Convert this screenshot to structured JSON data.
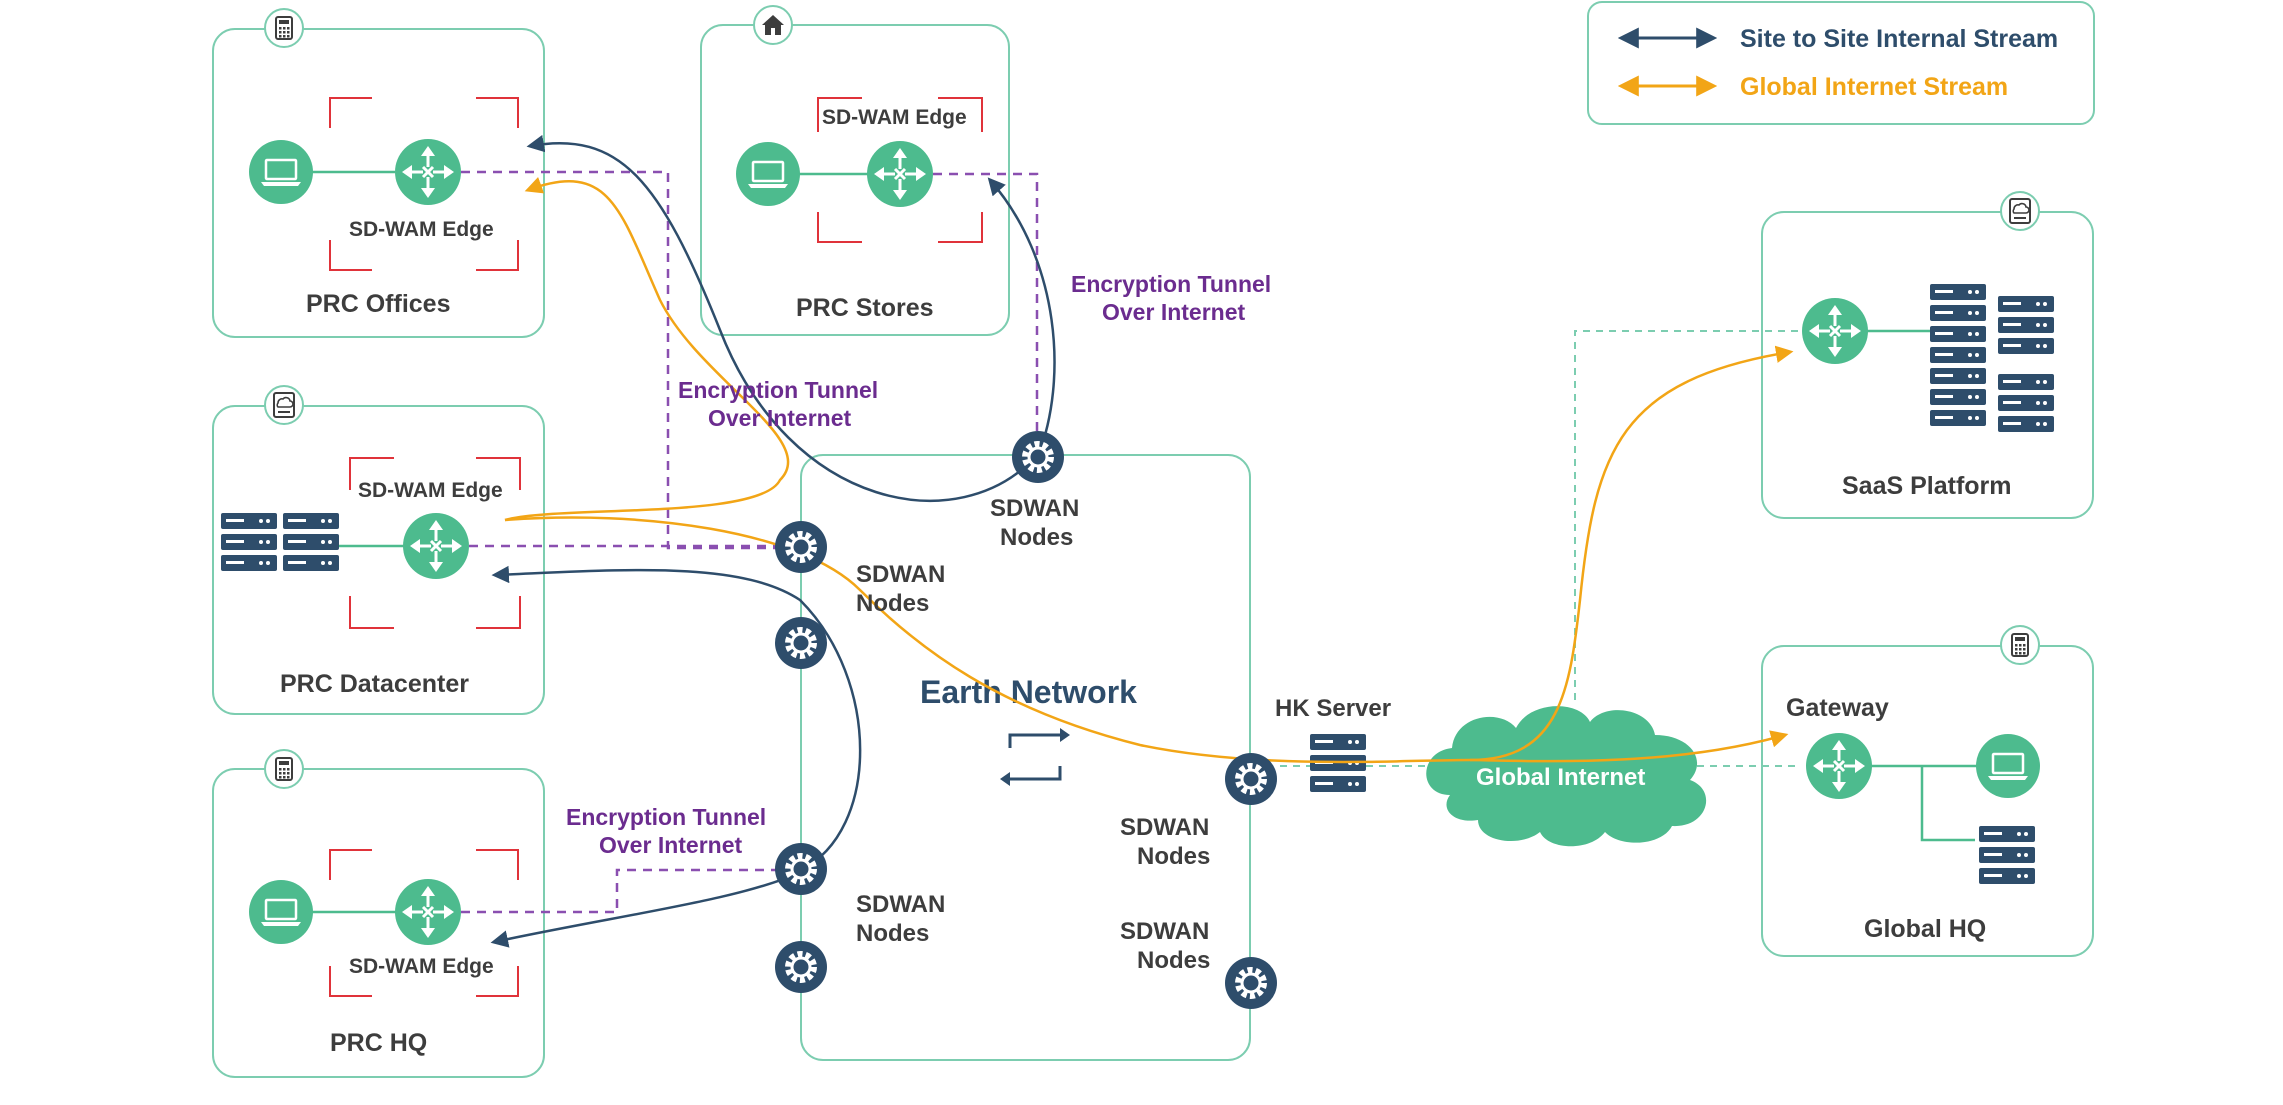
{
  "legend": {
    "site_to_site": "Site to Site Internal Stream",
    "global_internet": "Global Internet Stream"
  },
  "sites": {
    "prc_offices": {
      "title": "PRC Offices",
      "edge": "SD-WAM Edge"
    },
    "prc_stores": {
      "title": "PRC Stores",
      "edge": "SD-WAM Edge"
    },
    "prc_datacenter": {
      "title": "PRC Datacenter",
      "edge": "SD-WAM Edge"
    },
    "prc_hq": {
      "title": "PRC HQ",
      "edge": "SD-WAM Edge"
    },
    "saas_platform": {
      "title": "SaaS Platform"
    },
    "global_hq": {
      "title": "Global HQ",
      "gateway": "Gateway"
    }
  },
  "earth_network": {
    "title": "Earth Network",
    "node_label_line1": "SDWAN",
    "node_label_line2": "Nodes"
  },
  "tunnels": {
    "line1": "Encryption Tunnel",
    "line2": "Over Internet"
  },
  "hk_server": "HK Server",
  "global_internet": "Global Internet",
  "colors": {
    "site_stream": "#2e4d6b",
    "internet_stream": "#f2a516",
    "tunnel": "#8a4fb0",
    "box_border": "#7ccdb0",
    "device_green": "#4dbb8e",
    "node_dark": "#2e4d6b",
    "corner_red": "#e0333a"
  }
}
